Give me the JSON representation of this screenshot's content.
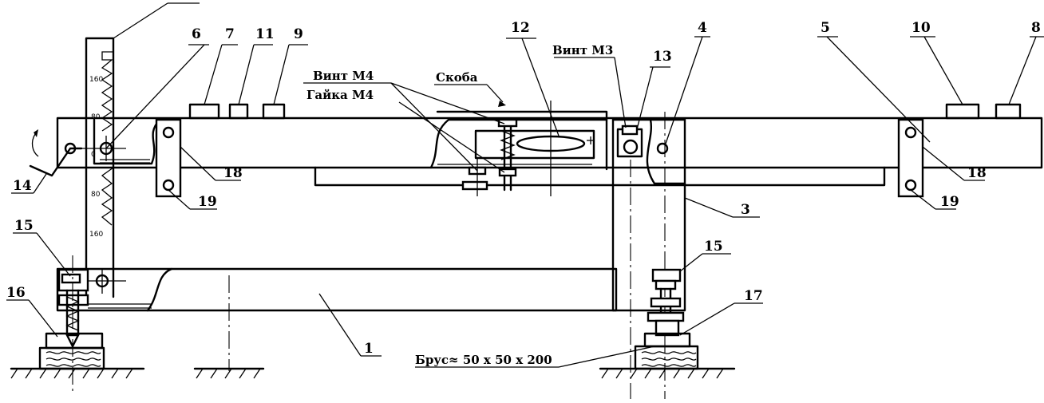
{
  "labels": {
    "n1": "1",
    "n3": "3",
    "n4": "4",
    "n5": "5",
    "n6": "6",
    "n7": "7",
    "n8": "8",
    "n9": "9",
    "n10": "10",
    "n11": "11",
    "n12": "12",
    "n13": "13",
    "n14": "14",
    "n15": "15",
    "n16": "16",
    "n17": "17",
    "n18": "18",
    "n19": "19"
  },
  "captions": {
    "screw_m4": "Винт М4",
    "nut_m4": "Гайка М4",
    "bracket": "Скоба",
    "screw_m3": "Винт М3",
    "bar": "Брус≈ 50 x 50 x 200"
  },
  "scale_ticks": [
    "160",
    "80",
    "0",
    "80",
    "160"
  ]
}
